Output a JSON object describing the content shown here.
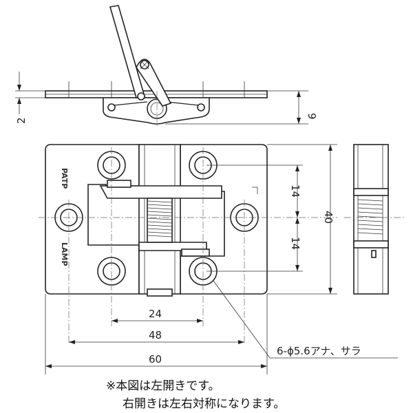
{
  "dimensions": {
    "top_left": "2",
    "top_right": "9",
    "right_upper": "14",
    "right_lower": "14",
    "right_total": "40",
    "bottom_inner": "24",
    "bottom_middle": "48",
    "bottom_total": "60"
  },
  "hole_callout": "6-ϕ5.6アナ、サラ",
  "stamps": {
    "patp": "PATP",
    "brand": "LAMP"
  },
  "notes": {
    "line1": "※本図は左開きです。",
    "line2": "右開きは左右対称になります。"
  }
}
